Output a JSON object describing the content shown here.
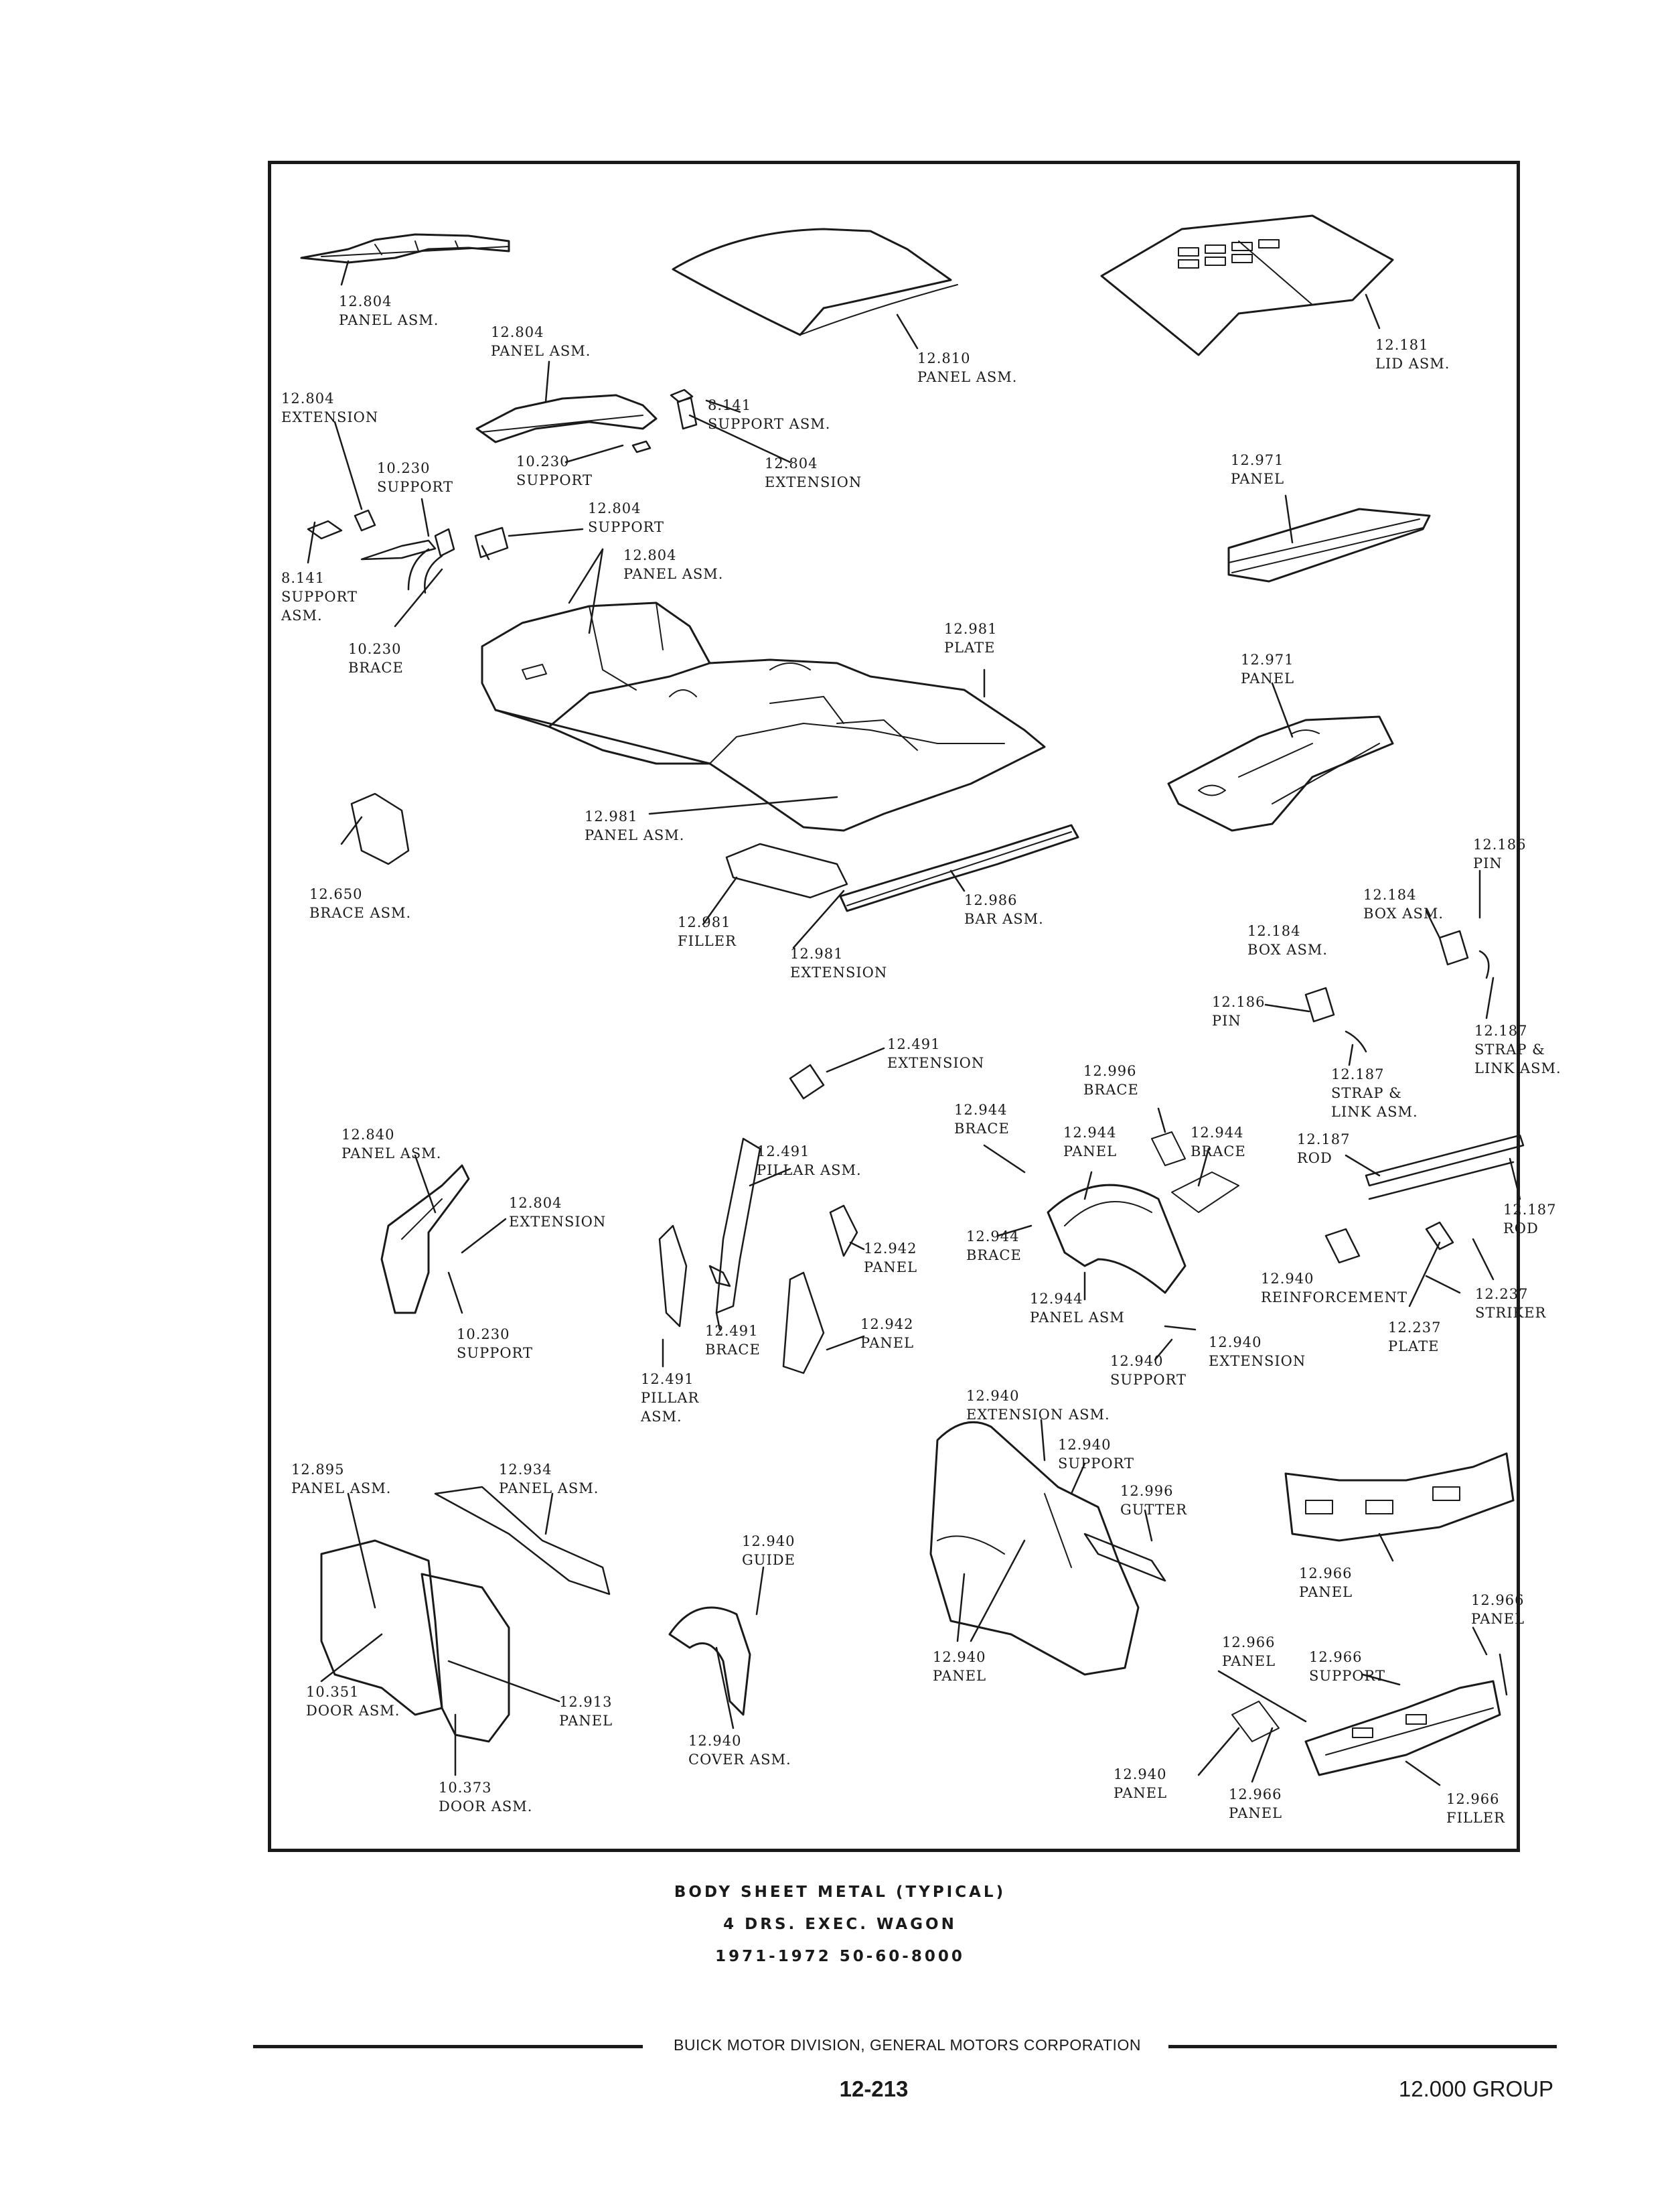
{
  "caption": {
    "line1": "BODY SHEET METAL (TYPICAL)",
    "line2": "4 DRS. EXEC. WAGON",
    "line3": "1971-1972 50-60-8000"
  },
  "footer": {
    "corporation": "BUICK MOTOR DIVISION, GENERAL MOTORS CORPORATION",
    "page_number": "12-213",
    "group": "12.000 GROUP"
  },
  "callouts": [
    "12.804\nPANEL ASM.",
    "12.804\nPANEL ASM.",
    "12.810\nPANEL ASM.",
    "12.181\nLID ASM.",
    "12.804\nEXTENSION",
    "8.141\nSUPPORT ASM.",
    "10.230\nSUPPORT",
    "10.230\nSUPPORT",
    "12.804\nEXTENSION",
    "12.971\nPANEL",
    "12.804\nSUPPORT",
    "12.804\nPANEL ASM.",
    "8.141\nSUPPORT\nASM.",
    "10.230\nBRACE",
    "12.981\nPLATE",
    "12.971\nPANEL",
    "12.981\nPANEL ASM.",
    "12.650\nBRACE ASM.",
    "12.986\nBAR ASM.",
    "12.981\nFILLER",
    "12.981\nEXTENSION",
    "12.186\nPIN",
    "12.184\nBOX ASM.",
    "12.184\nBOX ASM.",
    "12.186\nPIN",
    "12.187\nSTRAP &\nLINK ASM.",
    "12.187\nSTRAP &\nLINK ASM.",
    "12.491\nEXTENSION",
    "12.996\nBRACE",
    "12.944\nBRACE",
    "12.944\nPANEL",
    "12.944\nBRACE",
    "12.840\nPANEL ASM.",
    "12.491\nPILLAR ASM.",
    "12.187\nROD",
    "12.804\nEXTENSION",
    "12.187\nROD",
    "12.944\nBRACE",
    "12.942\nPANEL",
    "12.940\nREINFORCEMENT",
    "12.237\nSTRIKER",
    "12.944\nPANEL ASM",
    "10.230\nSUPPORT",
    "12.491\nBRACE",
    "12.942\nPANEL",
    "12.237\nPLATE",
    "12.940\nSUPPORT",
    "12.940\nEXTENSION",
    "12.491\nPILLAR\nASM.",
    "12.940\nEXTENSION ASM.",
    "12.940\nSUPPORT",
    "12.895\nPANEL ASM.",
    "12.934\nPANEL ASM.",
    "12.996\nGUTTER",
    "12.940\nGUIDE",
    "12.966\nPANEL",
    "12.966\nPANEL",
    "12.940\nPANEL",
    "12.966\nPANEL",
    "12.966\nSUPPORT",
    "10.351\nDOOR ASM.",
    "12.913\nPANEL",
    "12.940\nCOVER ASM.",
    "12.940\nPANEL",
    "12.966\nPANEL",
    "12.966\nFILLER",
    "10.373\nDOOR ASM."
  ]
}
